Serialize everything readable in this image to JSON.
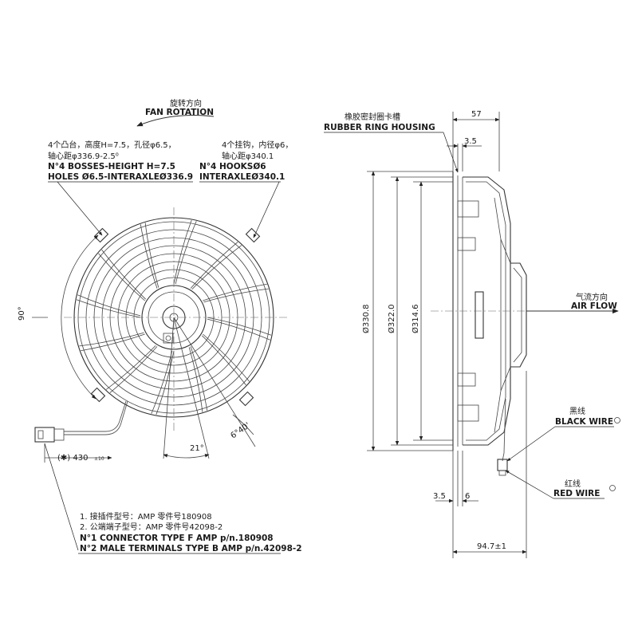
{
  "labels": {
    "fan_rotation_cn": "旋转方向",
    "fan_rotation_en": "FAN ROTATION",
    "bosses_cn_1": "4个凸台，高度H=7.5，孔径φ6.5，",
    "bosses_cn_2": "轴心距φ336.9-2.5⁰",
    "bosses_en_1": "N°4 BOSSES-HEIGHT H=7.5",
    "bosses_en_2": "HOLES Ø6.5-INTERAXLEØ336.9",
    "hooks_cn_1": "4个挂钩，内径φ6，",
    "hooks_cn_2": "轴心距φ340.1",
    "hooks_en_1": "N°4 HOOKSØ6",
    "hooks_en_2": "INTERAXLEØ340.1",
    "rubber_cn": "橡胶密封圈卡槽",
    "rubber_en": "RUBBER RING HOUSING",
    "airflow_cn": "气流方向",
    "airflow_en": "AIR FLOW",
    "black_cn": "黑线",
    "black_en": "BLACK WIRE",
    "red_cn": "红线",
    "red_en": "RED WIRE",
    "note_cn_1": "1. 接插件型号：AMP 零件号180908",
    "note_cn_2": "2. 公端端子型号：AMP 零件号42098-2",
    "note_en_1": "N°1 CONNECTOR TYPE F AMP p/n.180908",
    "note_en_2": "N°2 MALE TERMINALS TYPE B AMP p/n.42098-2"
  },
  "dimensions": {
    "angle_90": "90°",
    "angle_21": "21°",
    "angle_6_40": "6°40'",
    "wire_length": "(✱) 430",
    "wire_length_tol": "±10",
    "depth_57": "57",
    "offset_3_5_top": "3.5",
    "dia_330_8": "Ø330.8",
    "dia_322": "Ø322.0",
    "dia_314_6": "Ø314.6",
    "offset_3_5_bottom": "3.5",
    "offset_6": "6",
    "depth_94_7": "94.7±1"
  }
}
